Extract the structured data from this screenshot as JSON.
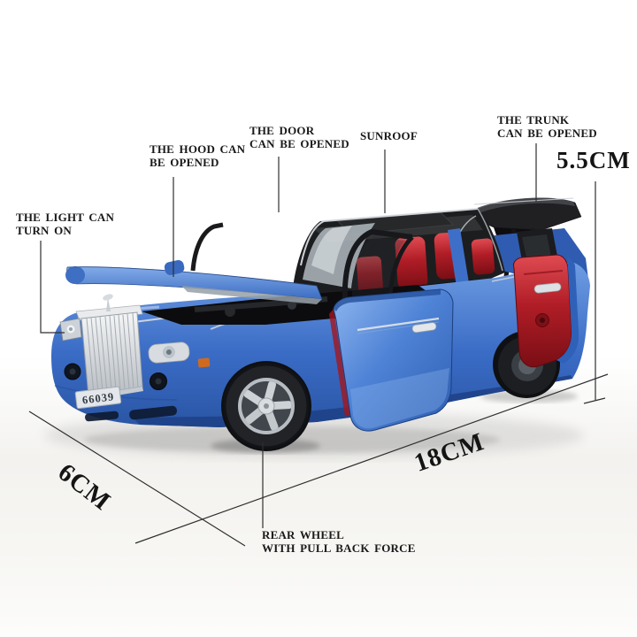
{
  "product": {
    "plate_number": "66039"
  },
  "callouts": {
    "light": "THE LIGHT CAN\nTURN ON",
    "hood": "THE HOOD CAN\nBE OPENED",
    "door": "THE DOOR\nCAN BE OPENED",
    "sunroof": "SUNROOF",
    "trunk": "THE TRUNK\nCAN BE OPENED",
    "rear_wheel": "REAR WHEEL\nWITH PULL BACK FORCE"
  },
  "dimensions": {
    "height": "5.5CM",
    "length": "18CM",
    "width": "6CM"
  },
  "colors": {
    "body_blue": "#3a6cc6",
    "interior_red": "#c1242e",
    "roof_black": "#1c1d1f",
    "chrome": "#d9dde1",
    "label_text": "#191919"
  }
}
